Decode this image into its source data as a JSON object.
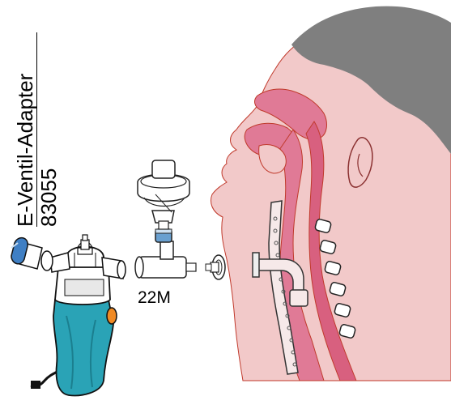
{
  "labels": {
    "product_name": "E-Ventil-Adapter",
    "product_code": "83055",
    "connector": "22M"
  },
  "colors": {
    "skin": "#f2c9c9",
    "skin_outline": "#c0392b",
    "airway": "#e07a96",
    "airway_dark": "#d8607f",
    "hair": "#7f7f7f",
    "device_body": "#2aa3b6",
    "device_top": "#ffffff",
    "device_button": "#f08a24",
    "tube": "#f6e9e9",
    "filter_blue": "#6aa0d0",
    "adapter_blue": "#3f7fc4"
  },
  "icons": [
    "nebulizer-device-icon",
    "filter-icon",
    "t-piece-icon",
    "valve-icon",
    "head-cross-section-icon",
    "tracheostomy-tube-icon"
  ]
}
